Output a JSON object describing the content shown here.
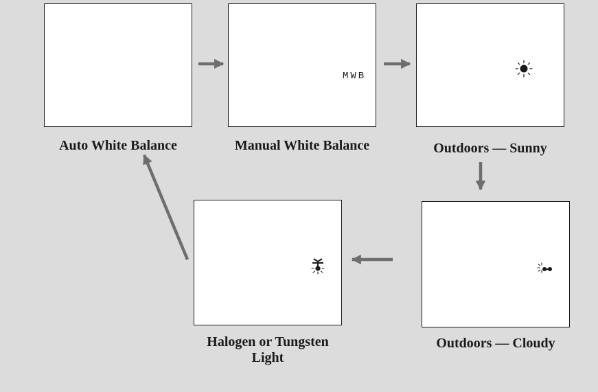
{
  "modes": [
    {
      "id": "auto",
      "caption_line1": "Auto White Balance",
      "caption_line2": ""
    },
    {
      "id": "manual",
      "caption_line1": "Manual White Balance",
      "caption_line2": "",
      "display_text": "MWB"
    },
    {
      "id": "sunny",
      "caption_line1": "Outdoors — Sunny",
      "caption_line2": "",
      "icon": "sun-icon"
    },
    {
      "id": "cloudy",
      "caption_line1": "Outdoors — Cloudy",
      "caption_line2": "",
      "icon": "cloudy-icon"
    },
    {
      "id": "tungsten",
      "caption_line1": "Halogen or Tungsten",
      "caption_line2": "Light",
      "icon": "tungsten-bulb-icon"
    }
  ],
  "colors": {
    "background": "#dcdcdc",
    "panel": "#ffffff",
    "arrow": "#6e6e6e",
    "text": "#1a1a1a"
  }
}
